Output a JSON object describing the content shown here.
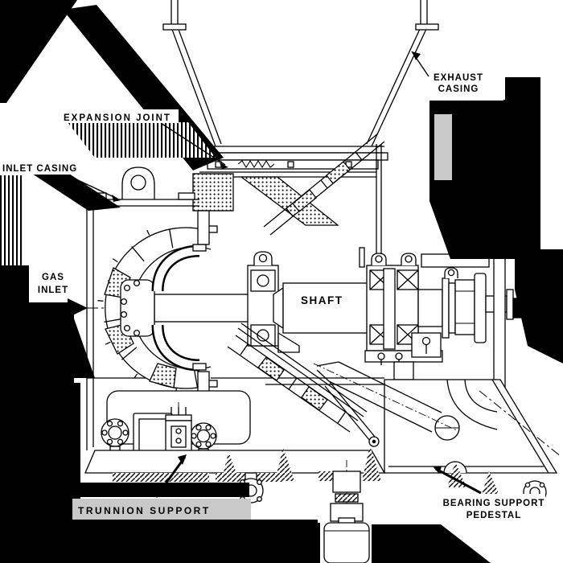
{
  "diagram": {
    "paper_color": "#ffffff",
    "ink_color": "#000000",
    "artifact_gray": "#c9c9c9",
    "labels": {
      "exhaust_casing_1": "EXHAUST",
      "exhaust_casing_2": "CASING",
      "expansion_joint": "EXPANSION JOINT",
      "inlet_casing": "INLET CASING",
      "gas_inlet_1": "GAS",
      "gas_inlet_2": "INLET",
      "shaft": "SHAFT",
      "trunnion_support": "TRUNNION SUPPORT",
      "bearing_support_1": "BEARING SUPPORT",
      "bearing_support_2": "PEDESTAL"
    }
  }
}
